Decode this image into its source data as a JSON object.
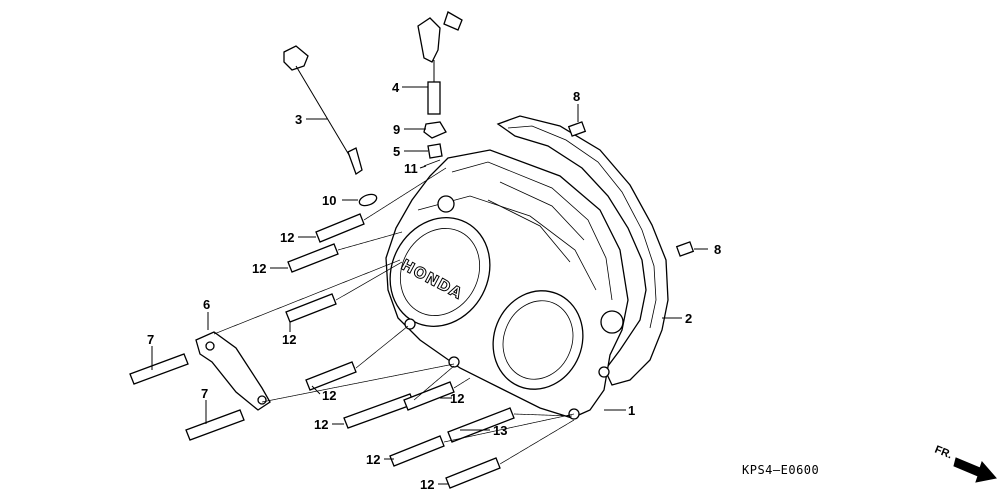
{
  "diagram": {
    "brand_text": "HONDA",
    "diagram_code": "KPS4—E0600",
    "direction_label": "FR.",
    "callouts": {
      "c1": "1",
      "c2": "2",
      "c3": "3",
      "c4": "4",
      "c5": "5",
      "c6": "6",
      "c7a": "7",
      "c7b": "7",
      "c8a": "8",
      "c8b": "8",
      "c9": "9",
      "c10": "10",
      "c11": "11",
      "c12a": "12",
      "c12b": "12",
      "c12c": "12",
      "c12d": "12",
      "c12e": "12",
      "c12f": "12",
      "c12g": "12",
      "c12h": "12",
      "c13": "13"
    }
  }
}
